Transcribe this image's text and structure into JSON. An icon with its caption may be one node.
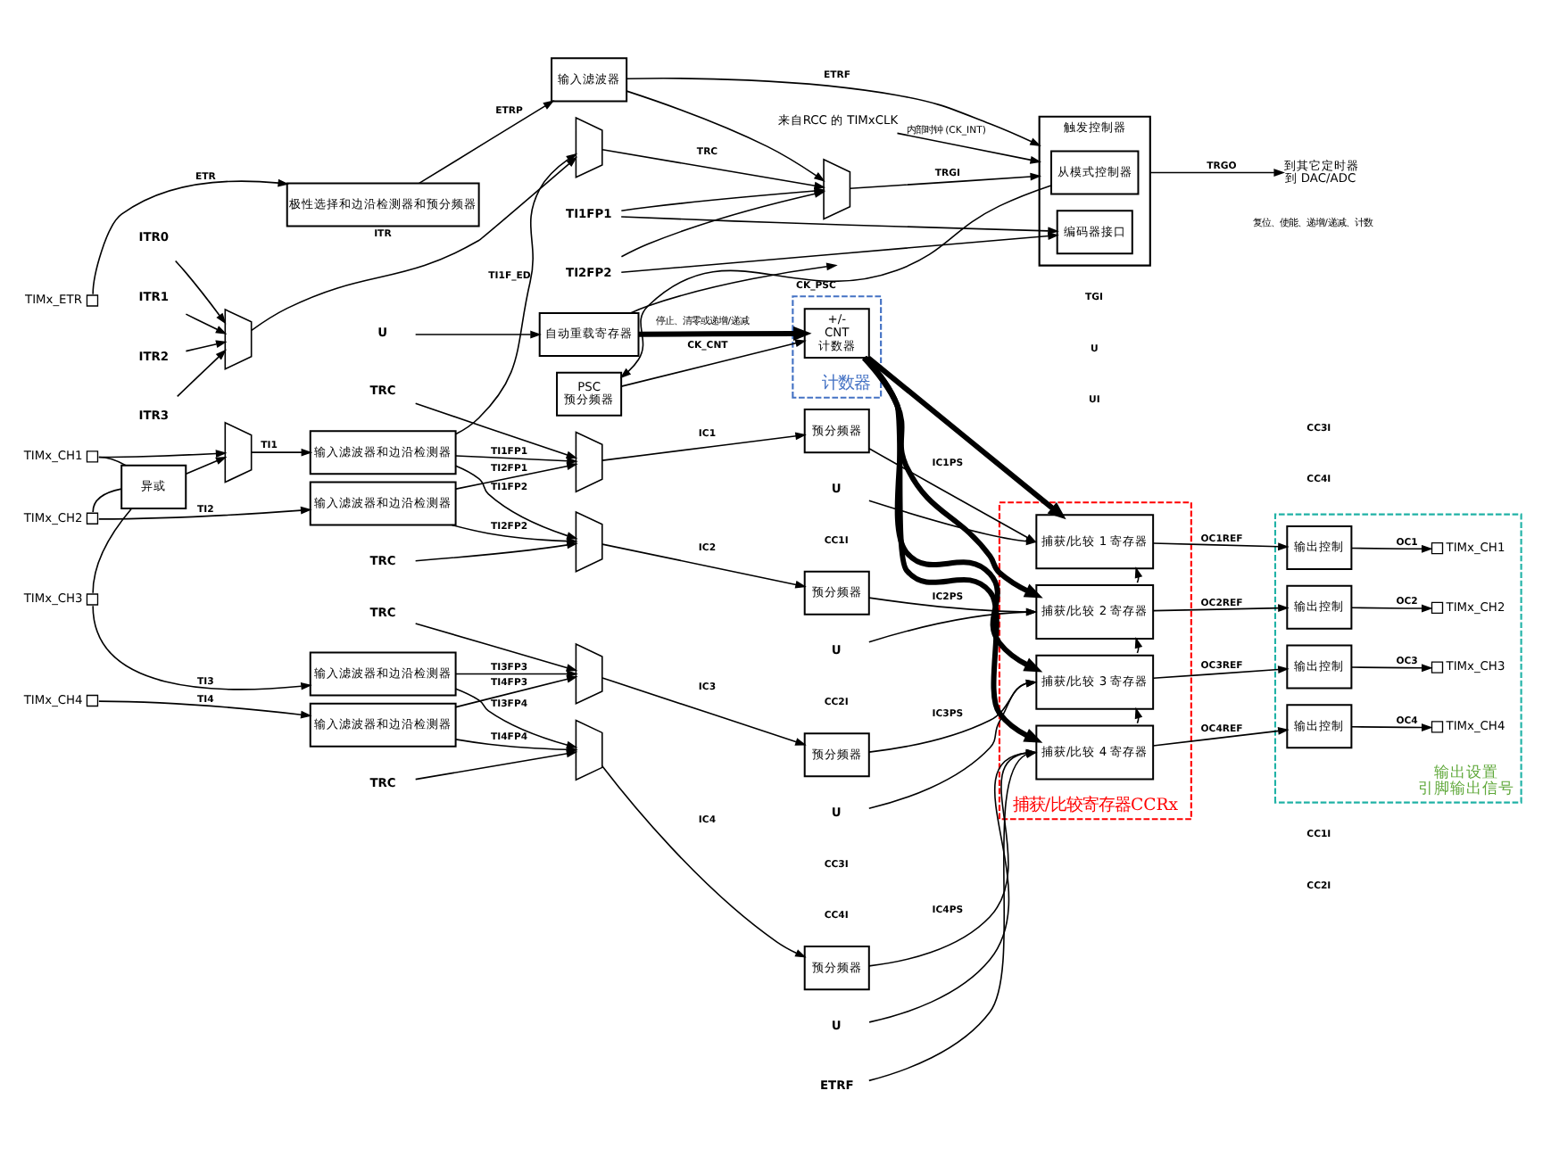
{
  "diagram": {
    "nodes": [
      {
        "text": [
          "TIMx_ETR"
        ]
      },
      {
        "text": [
          "来自RCC 的 TIMxCLK"
        ]
      },
      {
        "text": [
          "ITR0"
        ]
      },
      {
        "text": [
          "ITR1"
        ]
      },
      {
        "text": [
          "ITR2"
        ]
      },
      {
        "text": [
          "ITR3"
        ]
      },
      {
        "text": [
          "极性选择和边沿检测器和预分频器"
        ]
      },
      {
        "text": [
          "输入滤波器"
        ]
      },
      {
        "text": [],
        "shape": "trapezoid"
      },
      {
        "text": [],
        "shape": "trapezoid"
      },
      {
        "text": [],
        "shape": "trapezoid"
      },
      {
        "text": [
          "TI1FP1"
        ]
      },
      {
        "text": [
          "TI2FP2"
        ]
      },
      {
        "text": [
          "触发控制器"
        ]
      },
      {
        "text": [
          "从模式控制器"
        ],
        "in": 13
      },
      {
        "text": [
          "编码器接口"
        ],
        "in": 13
      },
      {
        "text": [
          "计数器"
        ]
      },
      {
        "text": [
          "U"
        ]
      },
      {
        "text": [
          "自动重载寄存器"
        ]
      },
      {
        "text": [
          "PSC",
          "预分频器"
        ]
      },
      {
        "text": [
          "+/-",
          "CNT",
          "计数器"
        ],
        "in": 16
      },
      {
        "text": [
          "捕获/比较寄存器CCRx"
        ]
      },
      {
        "text": [
          "输出设置",
          "引脚输出信号"
        ]
      },
      {
        "text": [
          "异或"
        ]
      },
      {
        "text": [],
        "shape": "trapezoid"
      },
      {
        "text": [
          "TIMx_CH1"
        ]
      },
      {
        "text": [
          "输入滤波器和边沿检测器"
        ]
      },
      {
        "text": [],
        "shape": "trapezoid"
      },
      {
        "text": [
          "TRC"
        ]
      },
      {
        "text": [
          "预分频器"
        ]
      },
      {
        "text": [
          "U"
        ]
      },
      {
        "text": [
          "捕获/比较 1 寄存器"
        ],
        "in": 21
      },
      {
        "text": [
          "输出控制"
        ],
        "in": 22
      },
      {
        "text": [
          "TIMx_CH1"
        ],
        "in": 22
      },
      {
        "text": [
          "TIMx_CH2"
        ]
      },
      {
        "text": [
          "输入滤波器和边沿检测器"
        ]
      },
      {
        "text": [],
        "shape": "trapezoid"
      },
      {
        "text": [
          "TRC"
        ]
      },
      {
        "text": [
          "预分频器"
        ]
      },
      {
        "text": [
          "U"
        ]
      },
      {
        "text": [
          "捕获/比较 2 寄存器"
        ],
        "in": 21
      },
      {
        "text": [
          "输出控制"
        ],
        "in": 22
      },
      {
        "text": [
          "TIMx_CH2"
        ],
        "in": 22
      },
      {
        "text": [
          "TIMx_CH3"
        ]
      },
      {
        "text": [
          "输入滤波器和边沿检测器"
        ]
      },
      {
        "text": [],
        "shape": "trapezoid"
      },
      {
        "text": [
          "TRC"
        ]
      },
      {
        "text": [
          "预分频器"
        ]
      },
      {
        "text": [
          "U"
        ]
      },
      {
        "text": [
          "捕获/比较 3 寄存器"
        ],
        "in": 21
      },
      {
        "text": [
          "输出控制"
        ],
        "in": 22
      },
      {
        "text": [
          "TIMx_CH3"
        ],
        "in": 22
      },
      {
        "text": [
          "TIMx_CH4"
        ]
      },
      {
        "text": [
          "输入滤波器和边沿检测器"
        ]
      },
      {
        "text": [],
        "shape": "trapezoid"
      },
      {
        "text": [
          "TRC"
        ]
      },
      {
        "text": [
          "预分频器"
        ]
      },
      {
        "text": [
          "U"
        ]
      },
      {
        "text": [
          "捕获/比较 4 寄存器"
        ],
        "in": 21
      },
      {
        "text": [
          "输出控制"
        ],
        "in": 22
      },
      {
        "text": [
          "TIMx_CH4"
        ],
        "in": 22
      },
      {
        "text": [
          "ETRF"
        ]
      },
      {
        "text": [
          "到其它定时器",
          "到 DAC/ADC"
        ]
      }
    ],
    "edges": [
      {
        "from": 1,
        "to": 13,
        "arrow": "to",
        "label": "内部时钟 (CK_INT)"
      },
      {
        "from": 0,
        "to": 6,
        "arrow": "to",
        "label": "ETR"
      },
      {
        "from": 6,
        "to": 7,
        "arrow": "to",
        "label": "ETRP"
      },
      {
        "from": 7,
        "to": 13,
        "arrow": "to",
        "label": "ETRF"
      },
      {
        "from": 7,
        "to": 10,
        "arrow": "to"
      },
      {
        "from": 2,
        "to": 8,
        "arrow": "to"
      },
      {
        "from": 3,
        "to": 8,
        "arrow": "to"
      },
      {
        "from": 4,
        "to": 8,
        "arrow": "to"
      },
      {
        "from": 5,
        "to": 8,
        "arrow": "to"
      },
      {
        "from": 8,
        "to": 9,
        "arrow": "to",
        "label": "ITR"
      },
      {
        "from": 26,
        "to": 9,
        "arrow": "to",
        "label": "TI1F_ED"
      },
      {
        "from": 9,
        "to": 10,
        "arrow": "to",
        "label": "TRC"
      },
      {
        "from": 11,
        "to": 10,
        "arrow": "to"
      },
      {
        "from": 12,
        "to": 10,
        "arrow": "to"
      },
      {
        "from": 11,
        "to": 15,
        "arrow": "to"
      },
      {
        "from": 12,
        "to": 15,
        "arrow": "to"
      },
      {
        "from": 10,
        "to": 13,
        "arrow": "to",
        "label": "TRGI"
      },
      {
        "from": 13,
        "to": 62,
        "arrow": "to",
        "label": "TRGO"
      },
      {
        "from": 14,
        "to": 19,
        "arrow": "to",
        "label": "CK_PSC"
      },
      {
        "from": 17,
        "to": 18,
        "arrow": "to"
      },
      {
        "from": 18,
        "to": 20,
        "arrow": "to",
        "label": "停止、清零或递增/递减",
        "style": "thick"
      },
      {
        "from": 18,
        "to": null,
        "arrow": "to"
      },
      {
        "from": 19,
        "to": 20,
        "arrow": "to",
        "label": "CK_CNT"
      },
      {
        "from": 20,
        "to": 31,
        "arrow": "to",
        "style": "thick"
      },
      {
        "from": 20,
        "to": 40,
        "arrow": "to",
        "style": "thick"
      },
      {
        "from": 20,
        "to": 49,
        "arrow": "to",
        "style": "thick"
      },
      {
        "from": 20,
        "to": 58,
        "arrow": "to",
        "style": "thick"
      },
      {
        "from": 25,
        "to": 23,
        "arrow": "none"
      },
      {
        "from": 34,
        "to": 23,
        "arrow": "none"
      },
      {
        "from": 43,
        "to": 23,
        "arrow": "none"
      },
      {
        "from": 23,
        "to": 24,
        "arrow": "to"
      },
      {
        "from": 25,
        "to": 24,
        "arrow": "to"
      },
      {
        "from": 24,
        "to": 26,
        "arrow": "to",
        "label": "TI1"
      },
      {
        "from": 26,
        "to": 27,
        "arrow": "to",
        "label": "TI1FP1"
      },
      {
        "from": 26,
        "to": 36,
        "arrow": "to",
        "label": "TI1FP2"
      },
      {
        "from": 28,
        "to": 27,
        "arrow": "to"
      },
      {
        "from": 27,
        "to": 29,
        "arrow": "to",
        "label": "IC1"
      },
      {
        "from": 29,
        "to": 31,
        "arrow": "to",
        "label": "IC1PS"
      },
      {
        "from": 30,
        "to": 31,
        "arrow": "to"
      },
      {
        "from": 31,
        "to": 32,
        "arrow": "to",
        "label": "OC1REF"
      },
      {
        "from": 32,
        "to": 33,
        "arrow": "to",
        "label": "OC1"
      },
      {
        "from": 34,
        "to": 35,
        "arrow": "to",
        "label": "TI2"
      },
      {
        "from": 35,
        "to": 27,
        "arrow": "to",
        "label": "TI2FP1"
      },
      {
        "from": 35,
        "to": 36,
        "arrow": "to",
        "label": "TI2FP2"
      },
      {
        "from": 37,
        "to": 36,
        "arrow": "to"
      },
      {
        "from": 36,
        "to": 38,
        "arrow": "to",
        "label": "IC2"
      },
      {
        "from": 38,
        "to": 40,
        "arrow": "to",
        "label": "IC2PS"
      },
      {
        "from": 39,
        "to": 40,
        "arrow": "to"
      },
      {
        "from": 40,
        "to": 41,
        "arrow": "to",
        "label": "OC2REF"
      },
      {
        "from": 41,
        "to": 42,
        "arrow": "to",
        "label": "OC2"
      },
      {
        "from": 40,
        "to": 31,
        "arrow": "to",
        "style": "dashed"
      },
      {
        "from": 43,
        "to": 44,
        "arrow": "to",
        "label": "TI3"
      },
      {
        "from": 44,
        "to": 45,
        "arrow": "to",
        "label": "TI3FP3"
      },
      {
        "from": 44,
        "to": 54,
        "arrow": "to",
        "label": "TI3FP4"
      },
      {
        "from": 46,
        "to": 45,
        "arrow": "to"
      },
      {
        "from": 45,
        "to": 47,
        "arrow": "to",
        "label": "IC3"
      },
      {
        "from": 47,
        "to": 49,
        "arrow": "to",
        "label": "IC3PS"
      },
      {
        "from": 48,
        "to": 49,
        "arrow": "to"
      },
      {
        "from": 49,
        "to": 50,
        "arrow": "to",
        "label": "OC3REF"
      },
      {
        "from": 50,
        "to": 51,
        "arrow": "to",
        "label": "OC3"
      },
      {
        "from": 49,
        "to": 40,
        "arrow": "to",
        "style": "dashed"
      },
      {
        "from": 52,
        "to": 53,
        "arrow": "to",
        "label": "TI4"
      },
      {
        "from": 53,
        "to": 45,
        "arrow": "to",
        "label": "TI4FP3"
      },
      {
        "from": 53,
        "to": 54,
        "arrow": "to",
        "label": "TI4FP4"
      },
      {
        "from": 55,
        "to": 54,
        "arrow": "to"
      },
      {
        "from": 54,
        "to": 56,
        "arrow": "to",
        "label": "IC4"
      },
      {
        "from": 56,
        "to": 58,
        "arrow": "to",
        "label": "IC4PS"
      },
      {
        "from": 57,
        "to": 58,
        "arrow": "to"
      },
      {
        "from": 58,
        "to": 59,
        "arrow": "to",
        "label": "OC4REF"
      },
      {
        "from": 59,
        "to": 60,
        "arrow": "to",
        "label": "OC4"
      },
      {
        "from": 58,
        "to": 49,
        "arrow": "to",
        "style": "dashed"
      },
      {
        "from": 61,
        "to": 58,
        "arrow": "to"
      }
    ],
    "labels": [
      "TGI",
      "复位、使能、递增/递减、计数",
      "UI",
      "U",
      "CC1I",
      "CC1I",
      "CC2I",
      "CC2I",
      "CC3I",
      "CC3I",
      "CC4I",
      "CC4I"
    ]
  }
}
